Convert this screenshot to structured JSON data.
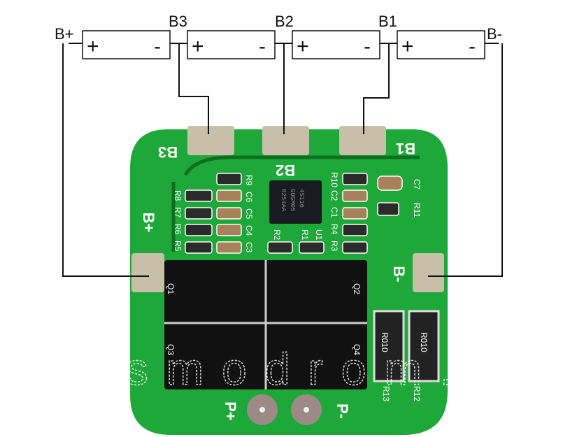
{
  "wiring": {
    "terminals": [
      "B+",
      "B3",
      "B2",
      "B1",
      "B-"
    ],
    "cells": [
      {
        "plus": "+",
        "minus": "-"
      },
      {
        "plus": "+",
        "minus": "-"
      },
      {
        "plus": "+",
        "minus": "-"
      },
      {
        "plus": "+",
        "minus": "-"
      }
    ]
  },
  "board": {
    "pads": {
      "b3": "B3",
      "b2": "B2",
      "b1": "B1",
      "bplus": "B+",
      "bminus": "B-",
      "pplus": "P+",
      "pminus": "P-"
    },
    "components_left": [
      "R8",
      "R7",
      "R6",
      "R5",
      "R9",
      "C6",
      "C5",
      "C4",
      "C3"
    ],
    "components_center": [
      "R2",
      "R1",
      "U1"
    ],
    "components_right": [
      "R10",
      "C2",
      "C1",
      "R4",
      "R3",
      "R11",
      "C7"
    ],
    "mosfets": [
      "Q1",
      "Q2",
      "Q3",
      "Q4"
    ],
    "shunts": [
      {
        "ref": "R13",
        "value": "R010"
      },
      {
        "ref": "R12",
        "value": "R010"
      }
    ],
    "chip_marking": [
      "8254AA",
      "GUGM05",
      "4S116"
    ],
    "colors": {
      "pcb": "#1fa83a",
      "trace": "#0d6e22",
      "pad": "#c8bfa8"
    }
  },
  "watermark": "kosmodrom.ua"
}
